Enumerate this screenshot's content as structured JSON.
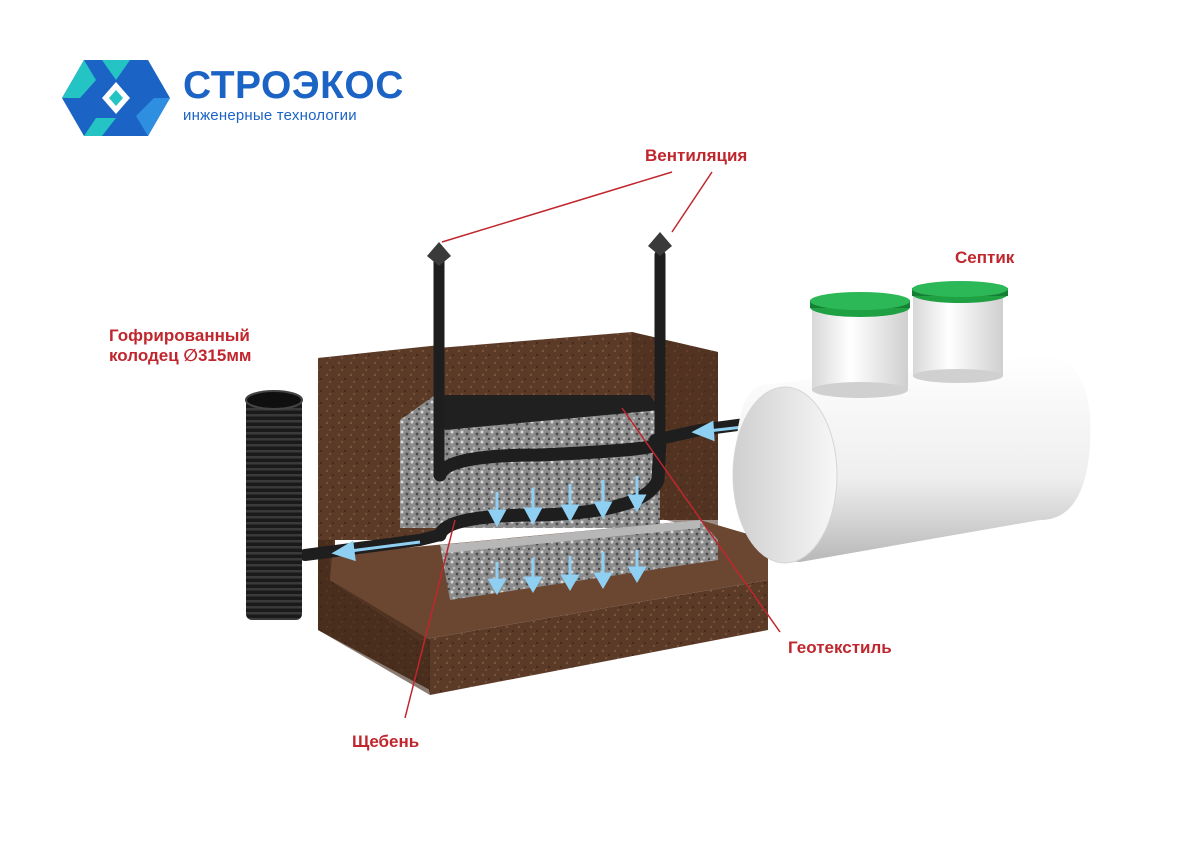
{
  "brand": {
    "name": "СТРОЭКОС",
    "tagline": "инженерные технологии",
    "colors": {
      "primary": "#1b63c4",
      "accent": "#25c4c4"
    }
  },
  "labels": {
    "ventilation": "Вентиляция",
    "septic": "Септик",
    "well_line1": "Гофрированный",
    "well_line2": "колодец  ∅315мм",
    "geotextile": "Геотекстиль",
    "gravel": "Щебень"
  },
  "colors": {
    "label": "#c0262d",
    "flow_arrow": "#8fd0f2",
    "pipe": "#1e1e1e",
    "soil": "#5a3a28",
    "tank": "#f4f4f4",
    "tank_lid": "#1ea043"
  },
  "icons": [
    "logo-hexagon-icon",
    "flow-arrow-icon"
  ]
}
